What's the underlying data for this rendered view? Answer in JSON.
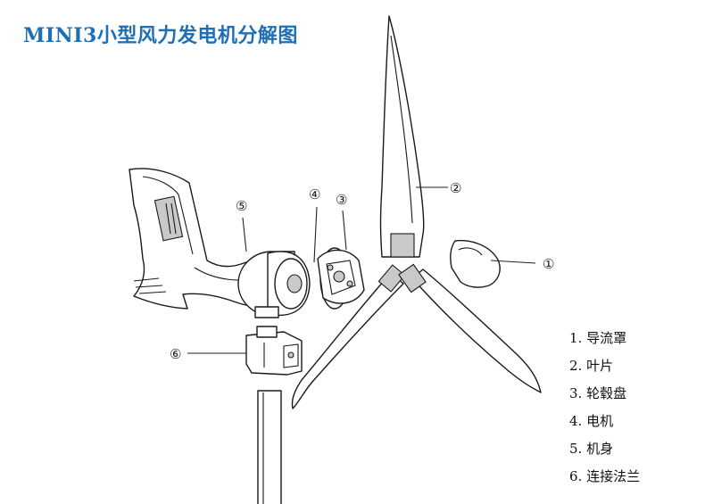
{
  "title": "MINI3小型风力发电机分解图",
  "callouts": [
    "①",
    "②",
    "③",
    "④",
    "⑤",
    "⑥"
  ],
  "legend": [
    "1. 导流罩",
    "2. 叶片",
    "3. 轮毂盘",
    "4. 电机",
    "5. 机身",
    "6. 连接法兰"
  ],
  "colors": {
    "title": "#1f6fb6",
    "line": "#1a1a1a"
  }
}
